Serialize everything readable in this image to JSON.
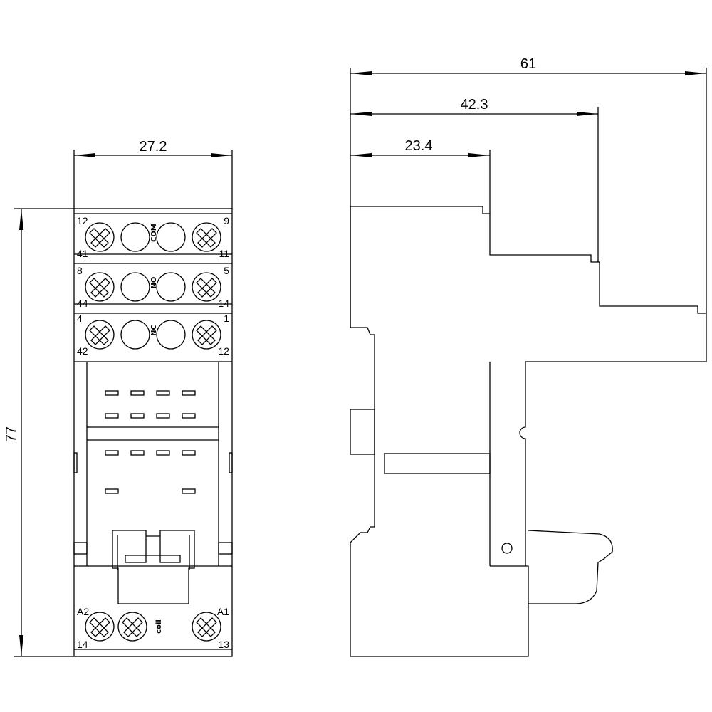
{
  "dimensions": {
    "front_width": "27.2",
    "height": "77",
    "total_depth": "61",
    "depth_mid": "42.3",
    "depth_front": "23.4"
  },
  "terminal_rows": [
    {
      "tl": "12",
      "tr": "9",
      "bl": "41",
      "br": "11",
      "label": "COM"
    },
    {
      "tl": "8",
      "tr": "5",
      "bl": "44",
      "br": "14",
      "label": "NO"
    },
    {
      "tl": "4",
      "tr": "1",
      "bl": "42",
      "br": "12",
      "label": "NC"
    }
  ],
  "coil_row": {
    "tl": "A2",
    "tr": "A1",
    "bl": "14",
    "br": "13",
    "label": "coil"
  },
  "colors": {
    "line": "#000000",
    "background": "#ffffff"
  }
}
